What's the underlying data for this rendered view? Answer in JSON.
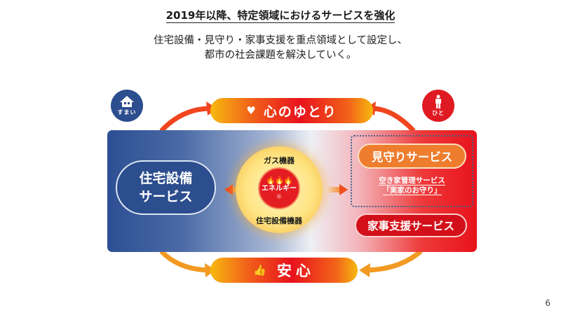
{
  "header": {
    "title": "2019年以降、特定領域におけるサービスを強化",
    "subtitle_line1": "住宅設備・見守り・家事支援を重点領域として設定し、",
    "subtitle_line2": "都市の社会課題を解決していく。"
  },
  "diagram": {
    "badges": {
      "home": {
        "icon": "house-icon",
        "label": "すまい",
        "color": "#2c4d8e"
      },
      "person": {
        "icon": "person-icon",
        "label": "ひと",
        "color": "#e01a22"
      }
    },
    "top_pill": {
      "icon": "heart-icon",
      "label": "心のゆとり"
    },
    "bottom_pill": {
      "icon": "thumbs-up-icon",
      "label": "安心"
    },
    "left_service": {
      "line1": "住宅設備",
      "line2": "サービス"
    },
    "core": {
      "top_label": "ガス機器",
      "center_label": "エネルギー",
      "bottom_label": "住宅設備機器",
      "icons": [
        "flame-icon",
        "light-bulb-icon"
      ]
    },
    "right_services": {
      "mimamori": "見守りサービス",
      "sub_line1": "空き家管理サービス",
      "sub_line2": "「実家のお守り」",
      "kaji": "家事支援サービス"
    },
    "colors": {
      "blue": "#2c4d8e",
      "red": "#e8121c",
      "orange": "#ee7d2e",
      "yellow": "#f7b90f"
    }
  },
  "footer": {
    "page_number": "6"
  }
}
